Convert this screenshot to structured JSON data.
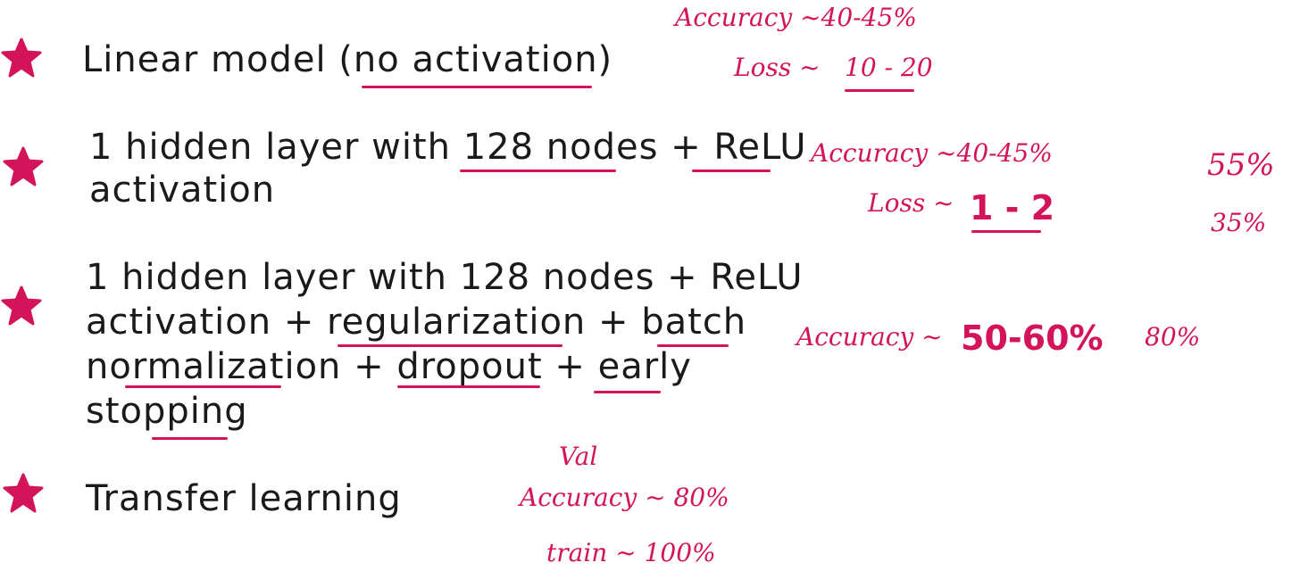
{
  "accent_color": "#d4145a",
  "text_color": "#1a1a1a",
  "items": [
    {
      "lines": [
        "Linear model (no activation)"
      ],
      "accuracy": "Accuracy ~40-45%",
      "loss_label": "Loss ~",
      "loss_value": "10 - 20"
    },
    {
      "lines": [
        "1 hidden layer with 128 nodes + ReLU",
        "activation"
      ],
      "accuracy": "Accuracy ~40-45%",
      "loss_label": "Loss ~",
      "loss_value": "1 - 2",
      "side_notes": [
        "55%",
        "35%"
      ]
    },
    {
      "lines": [
        "1 hidden layer with 128 nodes + ReLU",
        "activation + regularization + batch",
        "normalization + dropout + early",
        "stopping"
      ],
      "accuracy_label": "Accuracy ~",
      "accuracy_value": "50-60%",
      "side_note": "80%"
    },
    {
      "lines": [
        "Transfer learning"
      ],
      "val_label": "Val",
      "accuracy": "Accuracy ~ 80%",
      "train": "train ~ 100%"
    }
  ]
}
